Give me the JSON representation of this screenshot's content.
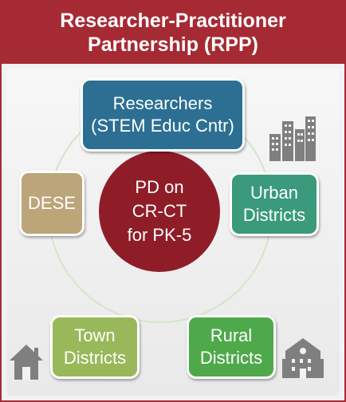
{
  "header": {
    "line1": "Researcher-Practitioner",
    "line2": "Partnership (RPP)"
  },
  "center": {
    "line1": "PD on",
    "line2": "CR-CT",
    "line3": "for PK-5"
  },
  "nodes": {
    "researchers": {
      "line1": "Researchers",
      "line2": "(STEM Educ Cntr)",
      "color": "#2c6f93"
    },
    "urban": {
      "line1": "Urban",
      "line2": "Districts",
      "color": "#3a9a7b"
    },
    "rural": {
      "line1": "Rural",
      "line2": "Districts",
      "color": "#4ea94a"
    },
    "town": {
      "line1": "Town",
      "line2": "Districts",
      "color": "#98b85a"
    },
    "dese": {
      "line1": "DESE",
      "color": "#bda57a"
    }
  },
  "icons": {
    "urban": "city-buildings-icon",
    "rural": "school-building-icon",
    "town": "house-icon"
  },
  "colors": {
    "header": "#a62a33",
    "center": "#8f1d28",
    "icon": "#7f7f7f"
  }
}
